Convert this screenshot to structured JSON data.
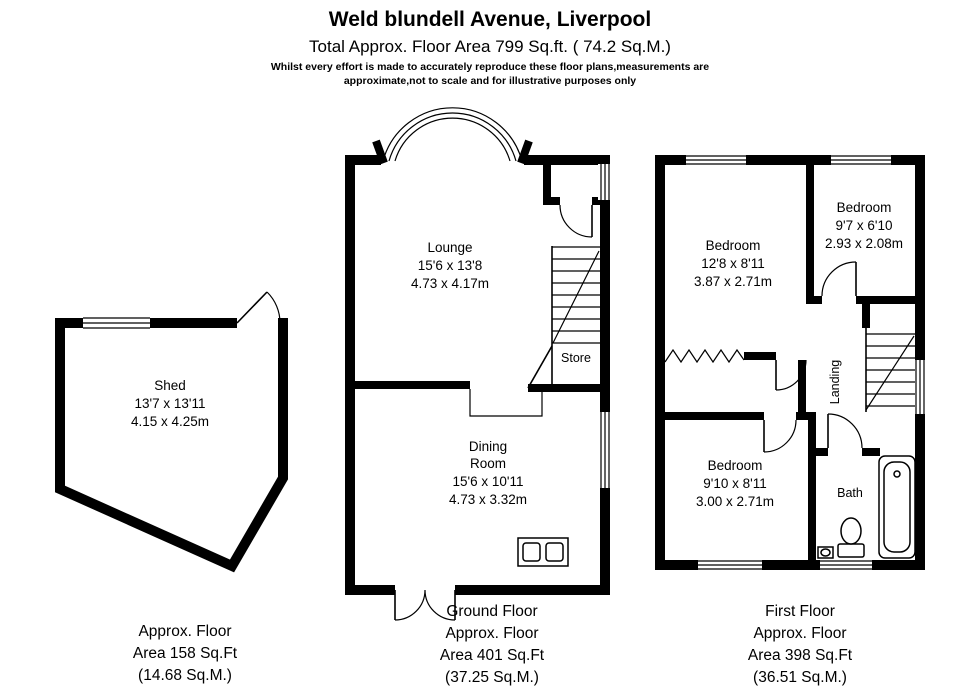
{
  "colors": {
    "wall": "#000000",
    "background": "#ffffff",
    "text": "#000000"
  },
  "header": {
    "title": "Weld blundell Avenue, Liverpool",
    "subtitle": "Total Approx. Floor Area 799 Sq.ft. ( 74.2  Sq.M.)",
    "disclaimer1": "Whilst every effort is made to accurately reproduce these floor plans,measurements are",
    "disclaimer2": "approximate,not to scale and for illustrative purposes only"
  },
  "rooms": {
    "shed": {
      "name": "Shed",
      "imperial": "13'7 x 13'11",
      "metric": "4.15 x 4.25m"
    },
    "lounge": {
      "name": "Lounge",
      "imperial": "15'6 x 13'8",
      "metric": "4.73 x 4.17m"
    },
    "store": {
      "name": "Store"
    },
    "dining": {
      "line1": "Dining",
      "line2": "Room",
      "imperial": "15'6 x 10'11",
      "metric": "4.73 x 3.32m"
    },
    "bedroom_front": {
      "name": "Bedroom",
      "imperial": "12'8 x 8'11",
      "metric": "3.87 x 2.71m"
    },
    "bedroom_back": {
      "name": "Bedroom",
      "imperial": "9'7 x 6'10",
      "metric": "2.93 x 2.08m"
    },
    "bedroom_bottom": {
      "name": "Bedroom",
      "imperial": "9'10 x 8'11",
      "metric": "3.00 x 2.71m"
    },
    "landing": {
      "name": "Landing"
    },
    "bath": {
      "name": "Bath"
    }
  },
  "footers": {
    "shed": {
      "line1": "Approx. Floor",
      "line2": "Area 158 Sq.Ft",
      "line3": "(14.68 Sq.M.)"
    },
    "ground": {
      "line1": "Ground Floor",
      "line2": "Approx. Floor",
      "line3": "Area 401 Sq.Ft",
      "line4": "(37.25 Sq.M.)"
    },
    "first": {
      "line1": "First Floor",
      "line2": "Approx. Floor",
      "line3": "Area 398 Sq.Ft",
      "line4": "(36.51 Sq.M.)"
    }
  }
}
